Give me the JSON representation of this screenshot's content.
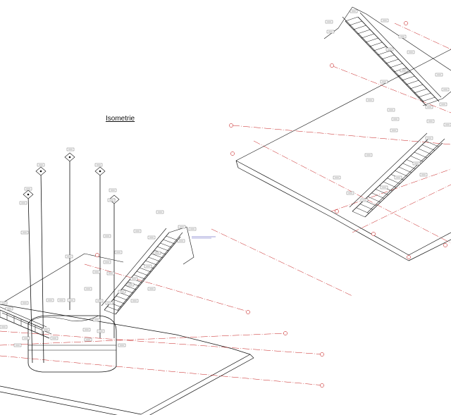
{
  "title": "Isometrie",
  "colors": {
    "line": "#111111",
    "grid": "#c00000",
    "annotation": "#3a3ab0",
    "background": "#ffffff"
  },
  "views": [
    {
      "name": "left-isometric-stair",
      "tags_count": 46,
      "survey_markers": 5,
      "gridlines": 5
    },
    {
      "name": "right-isometric-stair",
      "tags_count": 28,
      "gridlines": 6
    }
  ]
}
